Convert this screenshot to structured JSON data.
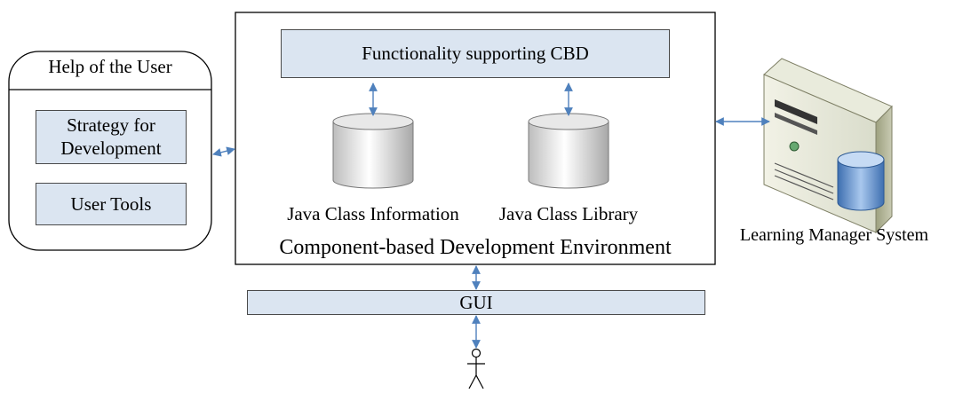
{
  "help_panel": {
    "title": "Help of the User",
    "strategy_line1": "Strategy for",
    "strategy_line2": "Development",
    "user_tools": "User Tools"
  },
  "cbd_environment": {
    "functionality": "Functionality supporting CBD",
    "java_class_information": "Java Class Information",
    "java_class_library": "Java Class Library",
    "label": "Component-based Development Environment"
  },
  "gui": {
    "label": "GUI"
  },
  "server": {
    "label": "Learning Manager System"
  },
  "colors": {
    "box_fill": "#dbe5f1",
    "arrow": "#4f81bd",
    "outline": "#000000"
  },
  "icons": {
    "database": "cylinder-icon",
    "server": "server-tower-icon",
    "user": "stick-figure-icon"
  }
}
